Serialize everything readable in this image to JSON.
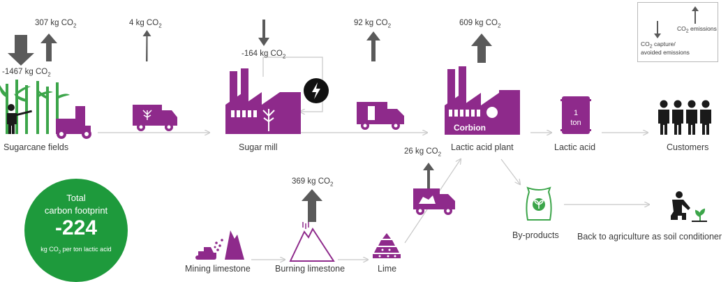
{
  "nodes": {
    "sugarcane_fields": "Sugarcane fields",
    "sugar_mill": "Sugar mill",
    "lactic_acid_plant": "Lactic acid plant",
    "lactic_acid": "Lactic acid",
    "customers": "Customers",
    "mining_limestone": "Mining limestone",
    "burning_limestone": "Burning limestone",
    "lime": "Lime",
    "by_products": "By-products",
    "back_to_agriculture": "Back to agriculture as soil conditioner"
  },
  "emissions": {
    "fields_capture": {
      "value": "-1467 kg CO",
      "sub": "2"
    },
    "fields_emit": {
      "value": "307 kg CO",
      "sub": "2"
    },
    "transport1": {
      "value": "4 kg CO",
      "sub": "2"
    },
    "mill_capture": {
      "value": "-164 kg CO",
      "sub": "2"
    },
    "transport2": {
      "value": "92 kg CO",
      "sub": "2"
    },
    "plant": {
      "value": "609 kg CO",
      "sub": "2"
    },
    "lime_transport": {
      "value": "26 kg CO",
      "sub": "2"
    },
    "burning": {
      "value": "369 kg CO",
      "sub": "2"
    }
  },
  "badges": {
    "corbion": "Corbion",
    "barrel_1": "1",
    "barrel_ton": "ton"
  },
  "legend": {
    "emissions_prefix": "CO",
    "emissions_sub": "2",
    "emissions_suffix": " emissions",
    "capture_prefix": "CO",
    "capture_sub": "2",
    "capture_suffix": " capture/",
    "capture_line2": "avoided emissions"
  },
  "total": {
    "line1": "Total",
    "line2": "carbon footprint",
    "value": "-224",
    "unit_prefix": "kg CO",
    "unit_sub": "2",
    "unit_suffix": " per ton lactic acid"
  },
  "colors": {
    "purple": "#8e2a8b",
    "arrow_gray": "#5a5a5a",
    "flow_gray": "#c8c8c8",
    "green": "#1e9a3c",
    "icon_green": "#3ca54a"
  }
}
